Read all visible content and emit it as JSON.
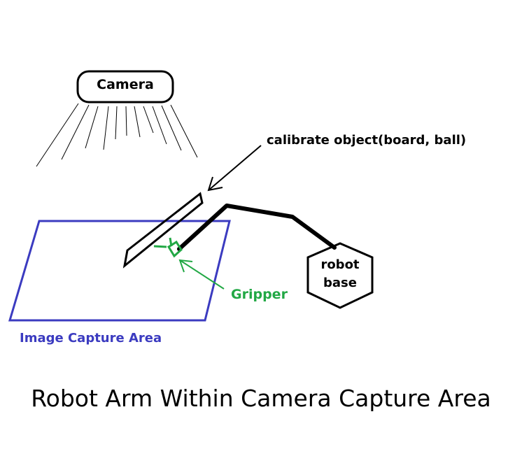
{
  "title": "Robot Arm Within Camera Capture Area",
  "labels": {
    "camera": "Camera",
    "calibrate_object": "calibrate object(board, ball)",
    "gripper": "Gripper",
    "image_capture_area": "Image Capture Area",
    "robot_base_line1": "robot",
    "robot_base_line2": "base"
  },
  "colors": {
    "capture_area": "#3b3bc0",
    "gripper": "#22a845",
    "outline": "#000000"
  }
}
